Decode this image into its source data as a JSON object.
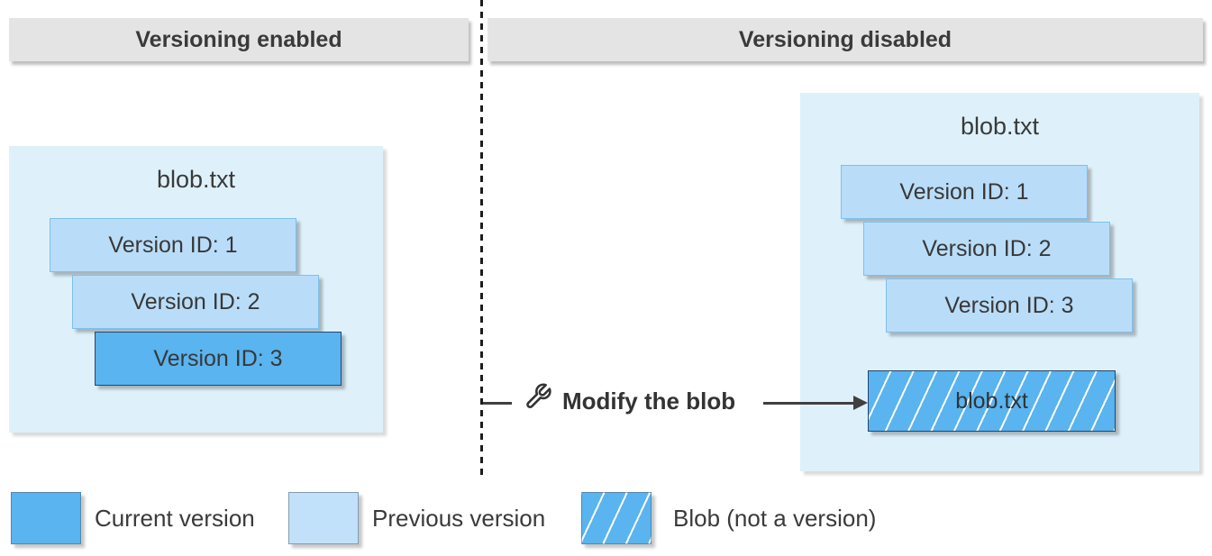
{
  "panels": {
    "left": {
      "header": "Versioning enabled",
      "title": "blob.txt",
      "versions": [
        "Version ID: 1",
        "Version ID: 2",
        "Version ID: 3"
      ]
    },
    "right": {
      "header": "Versioning disabled",
      "title": "blob.txt",
      "versions": [
        "Version ID: 1",
        "Version ID: 2",
        "Version ID: 3"
      ],
      "blob_label": "blob.txt"
    }
  },
  "action": {
    "icon": "wrench-icon",
    "label": "Modify the blob"
  },
  "legend": {
    "items": [
      {
        "swatch": "current-version-swatch",
        "label": "Current version"
      },
      {
        "swatch": "previous-version-swatch",
        "label": "Previous version"
      },
      {
        "swatch": "blob-hatched-swatch",
        "label": "Blob (not a version)"
      }
    ]
  },
  "colors": {
    "current-version": "#59b4ef",
    "previous-version": "#b9ddf8",
    "previous-legend": "#c0e1f9",
    "container-bg": "#def1fb",
    "header-bg": "#e4e4e4",
    "border-dark": "#24466b",
    "border-light": "#7cc0ec",
    "text": "#3a3a3a",
    "line": "#404040"
  }
}
